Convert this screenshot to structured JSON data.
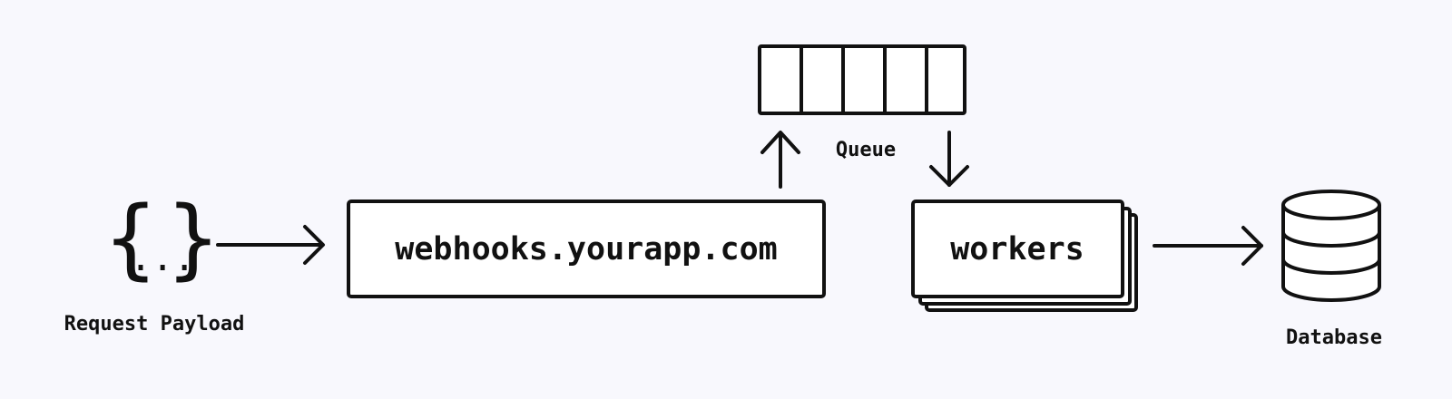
{
  "nodes": {
    "payload": {
      "open_brace": "{",
      "ellipsis": "...",
      "close_brace": "}",
      "label": "Request Payload"
    },
    "webhooks": {
      "label": "webhooks.yourapp.com"
    },
    "queue": {
      "label": "Queue",
      "slots": 5
    },
    "workers": {
      "label": "workers"
    },
    "database": {
      "label": "Database"
    }
  },
  "edges": [
    {
      "from": "payload",
      "to": "webhooks"
    },
    {
      "from": "webhooks",
      "to": "queue"
    },
    {
      "from": "queue",
      "to": "workers"
    },
    {
      "from": "workers",
      "to": "database"
    }
  ],
  "colors": {
    "background": "#f8f8fd",
    "stroke": "#111111",
    "fill": "#ffffff"
  }
}
